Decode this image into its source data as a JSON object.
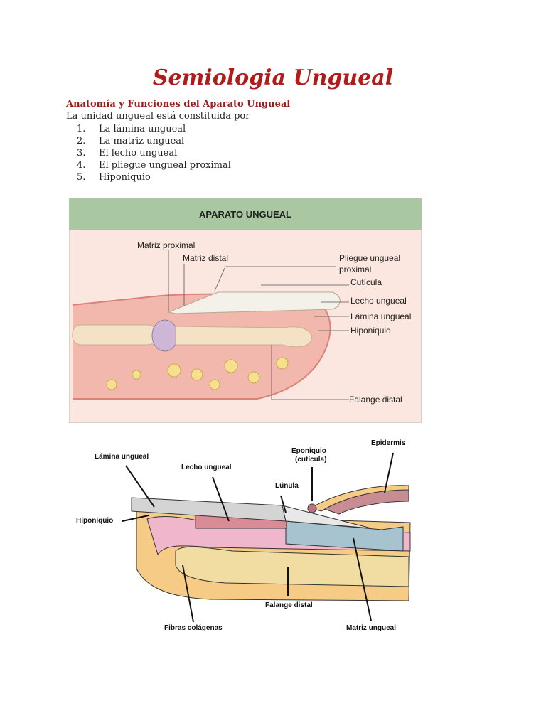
{
  "doc": {
    "title": "Semiologia Ungueal",
    "subtitle": "Anatomía y Funciones del Aparato Ungueal",
    "intro": "La unidad ungueal está constituida por",
    "items": [
      {
        "num": "1.",
        "text": "La lámina ungueal"
      },
      {
        "num": "2.",
        "text": "La matriz ungueal"
      },
      {
        "num": "3.",
        "text": "El lecho ungueal"
      },
      {
        "num": "4.",
        "text": "El pliegue ungueal proximal"
      },
      {
        "num": "5.",
        "text": "Hiponiquio"
      }
    ]
  },
  "figure1": {
    "header": "APARATO UNGUEAL",
    "labels": {
      "matriz_proximal": "Matriz proximal",
      "matriz_distal": "Matriz distal",
      "pliegue_1": "Pliegue ungueal",
      "pliegue_2": "proximal",
      "cuticula": "Cutícula",
      "lecho": "Lecho ungueal",
      "lamina": "Lámina ungueal",
      "hiponiquio": "Hiponiquio",
      "falange": "Falange distal"
    },
    "colors": {
      "header_bg": "#a9c7a1",
      "tissue": "#f2b8ae",
      "bone": "#f3e2c6"
    }
  },
  "figure2": {
    "labels": {
      "lamina": "Lámina ungueal",
      "lecho": "Lecho ungueal",
      "eponiquio_1": "Eponiquio",
      "eponiquio_2": "(cutícula)",
      "epidermis": "Epidermis",
      "lunula": "Lúnula",
      "hiponiquio": "Hiponiquio",
      "fibras": "Fibras colágenas",
      "falange": "Falange distal",
      "matriz": "Matriz ungueal"
    },
    "colors": {
      "dermis": "#efb6cc",
      "bone": "#f1dda1",
      "matrix": "#a8c3d0",
      "nail": "#d4d4d4",
      "bed": "#d98b96"
    }
  }
}
